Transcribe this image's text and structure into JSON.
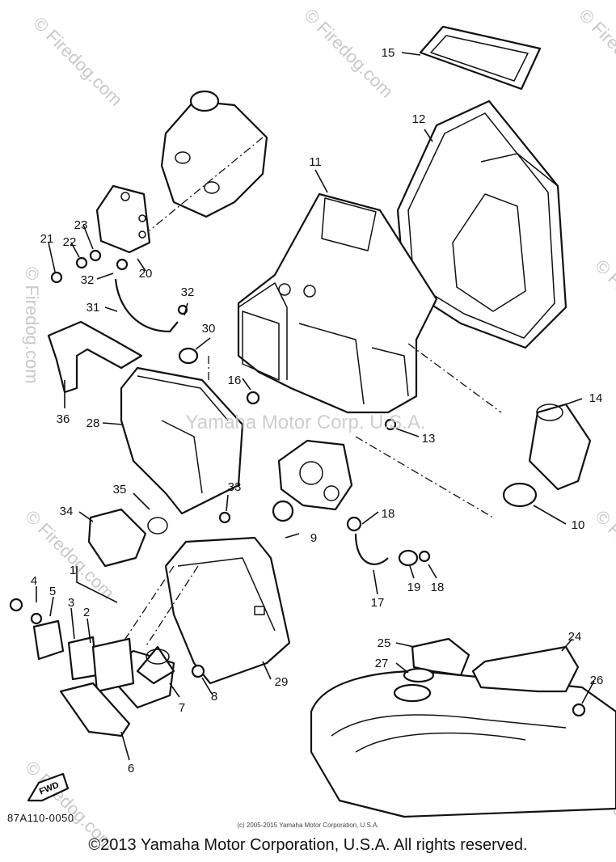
{
  "parts_diagram": {
    "callouts": [
      "1",
      "2",
      "3",
      "4",
      "5",
      "6",
      "7",
      "8",
      "9",
      "10",
      "11",
      "12",
      "13",
      "14",
      "15",
      "16",
      "17",
      "18",
      "18",
      "19",
      "20",
      "21",
      "22",
      "23",
      "24",
      "25",
      "26",
      "27",
      "28",
      "29",
      "30",
      "31",
      "32",
      "32",
      "33",
      "34",
      "35",
      "36"
    ],
    "fwd_label": "FWD",
    "diagram_code": "87A110-0050",
    "watermark_text": "Yamaha Motor Corp. U.S.A.",
    "site_watermark": "© Firedog.com",
    "small_copyright": "(c) 2005-2015 Yamaha Motor Corporation, U.S.A.",
    "copyright": "©2013 Yamaha Motor Corporation, U.S.A. All rights reserved."
  }
}
